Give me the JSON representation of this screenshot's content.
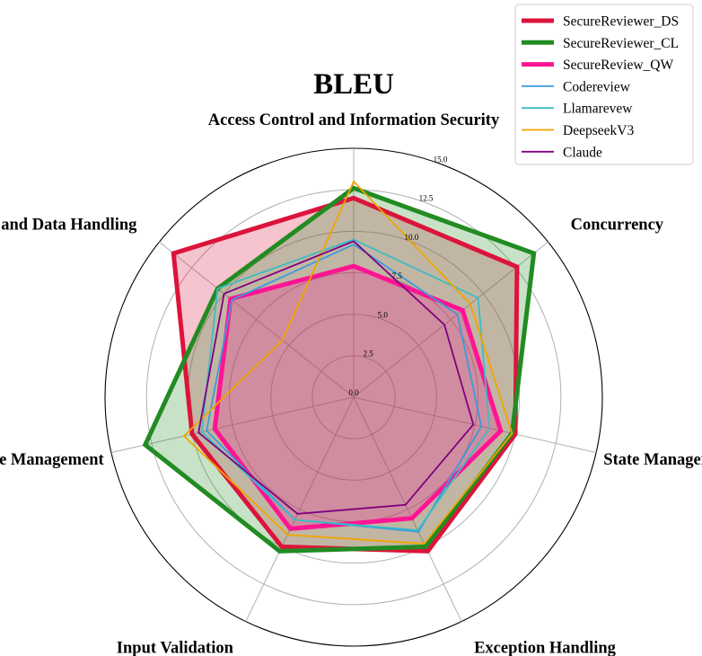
{
  "chart_data": {
    "type": "radar",
    "title": "BLEU",
    "categories": [
      "Access Control and Information Security",
      "Concurrency",
      "State Management",
      "Exception Handling",
      "Input Validation",
      "Resource Management",
      "Type and Data Handling"
    ],
    "rlim": [
      0,
      15
    ],
    "rticks": [
      "0.0",
      "2.5",
      "5.0",
      "7.5",
      "10.0",
      "12.5",
      "15.0"
    ],
    "rtick_values": [
      0,
      2.5,
      5.0,
      7.5,
      10.0,
      12.5,
      15.0
    ],
    "grid": true,
    "legend_position": "top-right",
    "series": [
      {
        "name": "SecureReviewer_DS",
        "color": "#dc143c",
        "bold": true,
        "fill": true,
        "values": [
          12.0,
          12.6,
          10.0,
          10.3,
          10.0,
          10.0,
          13.9
        ]
      },
      {
        "name": "SecureReviewer_CL",
        "color": "#228b22",
        "bold": true,
        "fill": true,
        "values": [
          12.6,
          13.9,
          9.8,
          10.0,
          10.3,
          12.9,
          10.5
        ]
      },
      {
        "name": "SecureReview_QW",
        "color": "#ff1493",
        "bold": true,
        "fill": true,
        "values": [
          7.9,
          8.4,
          9.1,
          8.1,
          8.8,
          8.6,
          9.5
        ]
      },
      {
        "name": "Codereview",
        "color": "#3a9bdc",
        "bold": false,
        "fill": false,
        "values": [
          9.2,
          8.0,
          7.9,
          9.0,
          8.2,
          9.1,
          9.4
        ]
      },
      {
        "name": "Llamarevew",
        "color": "#3cbcc4",
        "bold": false,
        "fill": false,
        "values": [
          9.5,
          9.6,
          8.4,
          8.9,
          8.2,
          9.4,
          10.5
        ]
      },
      {
        "name": "DeepseekV3",
        "color": "#f0a500",
        "bold": false,
        "fill": false,
        "values": [
          13.0,
          9.0,
          9.8,
          9.8,
          9.2,
          10.5,
          5.5
        ]
      },
      {
        "name": "Claude",
        "color": "#800080",
        "bold": false,
        "fill": false,
        "values": [
          9.4,
          7.0,
          7.4,
          7.2,
          7.8,
          9.6,
          10.0
        ]
      }
    ]
  }
}
